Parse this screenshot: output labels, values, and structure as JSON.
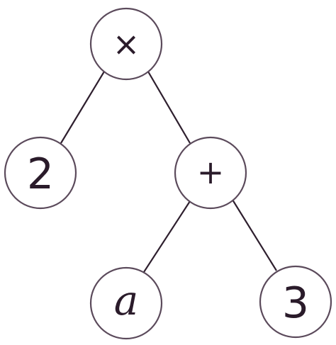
{
  "diagram": {
    "nodes": {
      "times": {
        "label": "×"
      },
      "two": {
        "label": "2"
      },
      "plus": {
        "label": "+"
      },
      "a": {
        "label": "a"
      },
      "three": {
        "label": "3"
      }
    },
    "colors": {
      "stroke": "#5b4a5b",
      "edge": "#2e1f2e",
      "text": "#2a1b2a",
      "background": "#ffffff"
    }
  }
}
